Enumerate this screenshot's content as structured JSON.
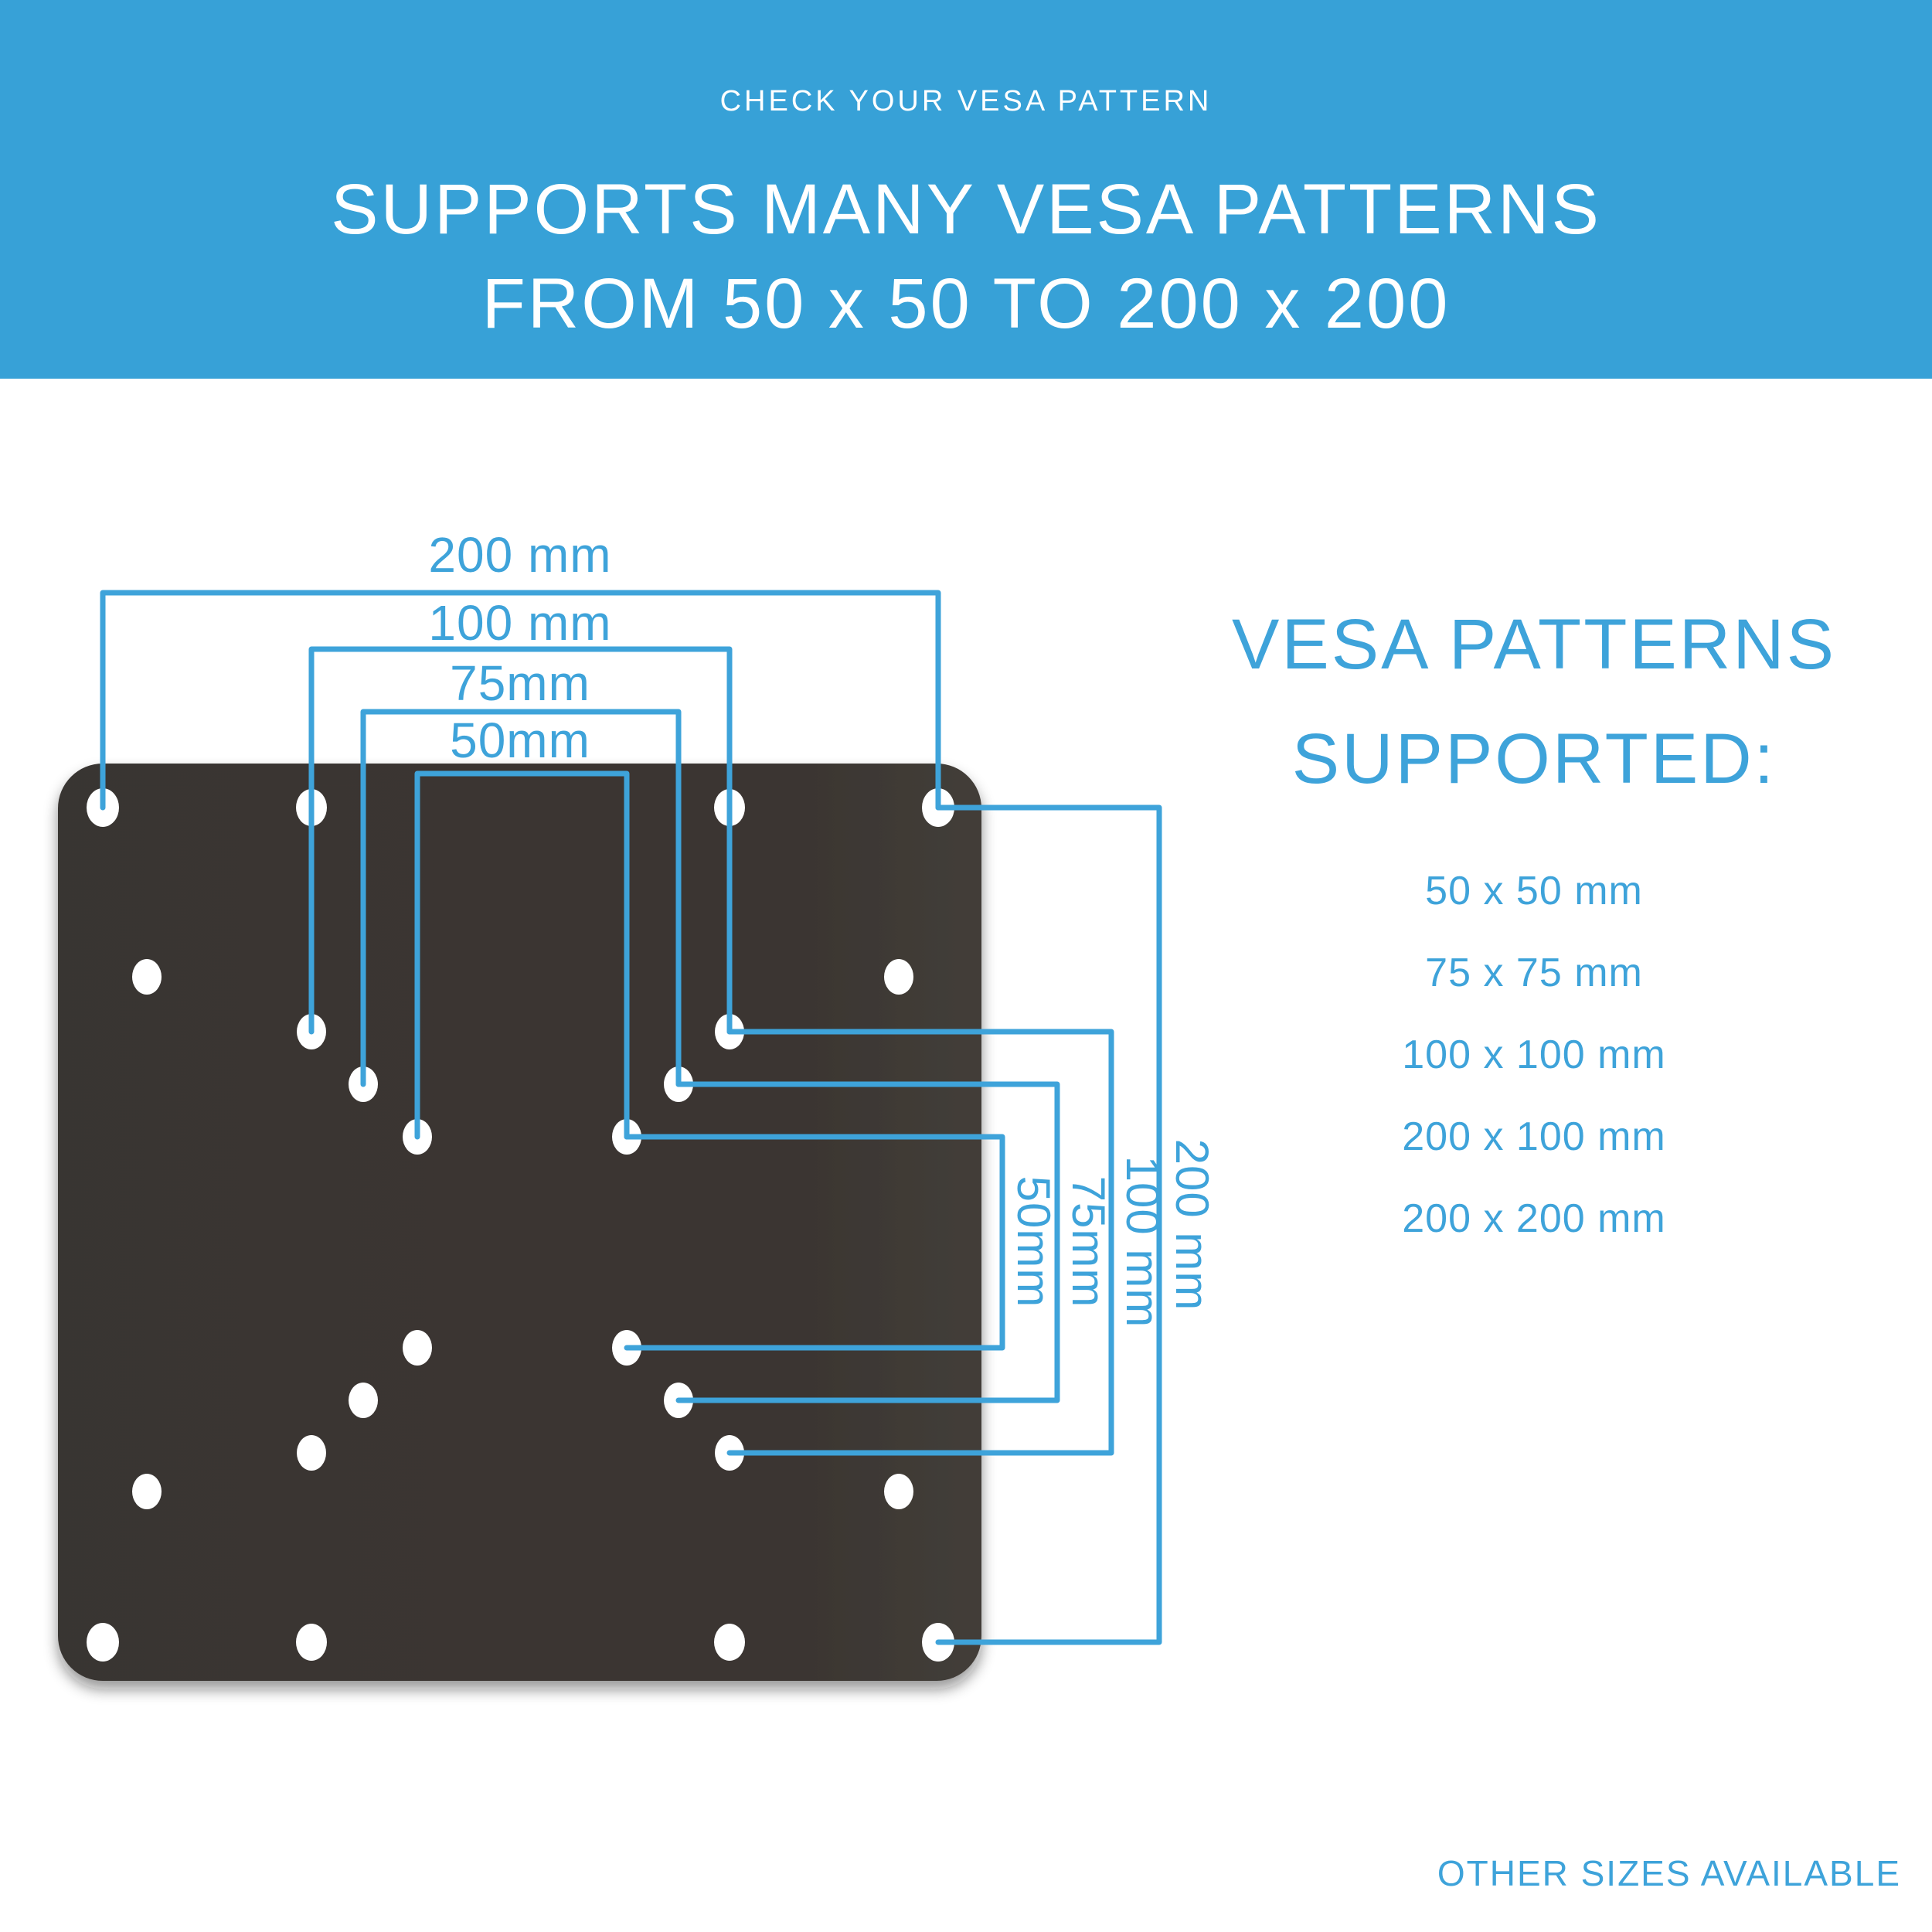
{
  "banner": {
    "eyebrow": "CHECK YOUR VESA PATTERN",
    "title_line1": "SUPPORTS MANY VESA PATTERNS",
    "title_line2": "FROM 50 x 50 TO 200 x 200"
  },
  "diagram": {
    "top_dimensions": [
      "200 mm",
      "100 mm",
      "75mm",
      "50mm"
    ],
    "right_dimensions": [
      "50mm",
      "75mm",
      "100 mm",
      "200 mm"
    ]
  },
  "sidebar": {
    "heading_line1": "VESA PATTERNS",
    "heading_line2": "SUPPORTED:",
    "patterns": [
      "50 x 50 mm",
      "75 x 75 mm",
      "100 x 100 mm",
      "200 x 100 mm",
      "200 x 200 mm"
    ]
  },
  "footer": {
    "note": "OTHER SIZES AVAILABLE"
  },
  "colors": {
    "banner_bg": "#37a1d7",
    "accent_blue": "#3ea3da",
    "plate_dark": "#3a3531",
    "banner_text": "#ffffff"
  }
}
